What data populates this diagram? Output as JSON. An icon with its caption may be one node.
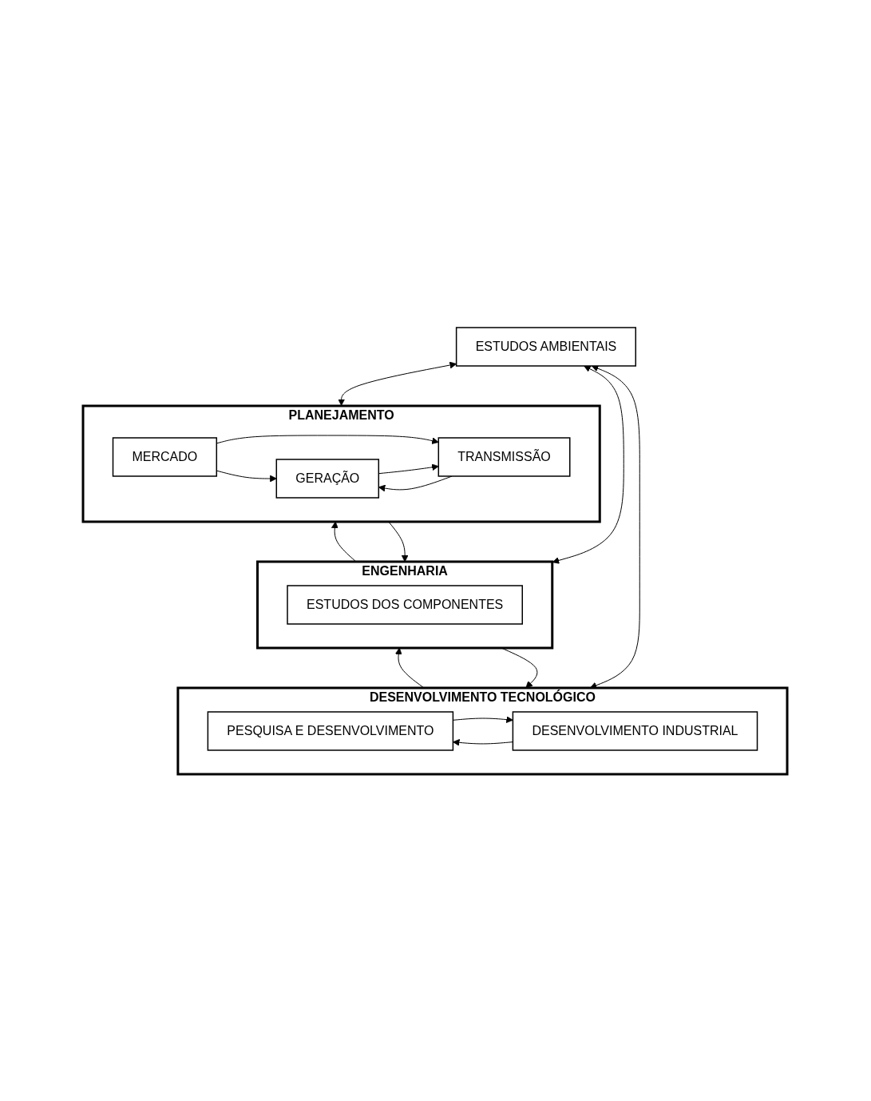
{
  "diagram": {
    "nodes": [
      {
        "text": [
          "PLANEJAMENTO"
        ]
      },
      {
        "text": [
          "MERCADO"
        ],
        "in": 0
      },
      {
        "text": [
          "GERAÇÃO"
        ],
        "in": 0
      },
      {
        "text": [
          "TRANSMISSÃO"
        ],
        "in": 0
      },
      {
        "text": [
          "ENGENHARIA"
        ]
      },
      {
        "text": [
          "ESTUDOS DOS COMPONENTES"
        ],
        "in": 4
      },
      {
        "text": [
          "DESENVOLVIMENTO TECNOLÓGICO"
        ]
      },
      {
        "text": [
          "PESQUISA E DESENVOLVIMENTO"
        ],
        "in": 6
      },
      {
        "text": [
          "DESENVOLVIMENTO INDUSTRIAL"
        ],
        "in": 6
      },
      {
        "text": [
          "ESTUDOS AMBIENTAIS"
        ]
      }
    ],
    "edges": [
      {
        "from": 1,
        "to": 2,
        "arrow": "to"
      },
      {
        "from": 1,
        "to": 3,
        "arrow": "to"
      },
      {
        "from": 2,
        "to": 3,
        "arrow": "to"
      },
      {
        "from": 3,
        "to": 2,
        "arrow": "to"
      },
      {
        "from": 0,
        "to": 4,
        "arrow": "to"
      },
      {
        "from": 4,
        "to": 0,
        "arrow": "to"
      },
      {
        "from": 4,
        "to": 6,
        "arrow": "to"
      },
      {
        "from": 6,
        "to": 4,
        "arrow": "to"
      },
      {
        "from": 7,
        "to": 8,
        "arrow": "to"
      },
      {
        "from": 8,
        "to": 7,
        "arrow": "to"
      },
      {
        "from": 0,
        "to": 9,
        "arrow": "both"
      },
      {
        "from": 4,
        "to": 9,
        "arrow": "both"
      },
      {
        "from": 6,
        "to": 9,
        "arrow": "both"
      }
    ]
  }
}
